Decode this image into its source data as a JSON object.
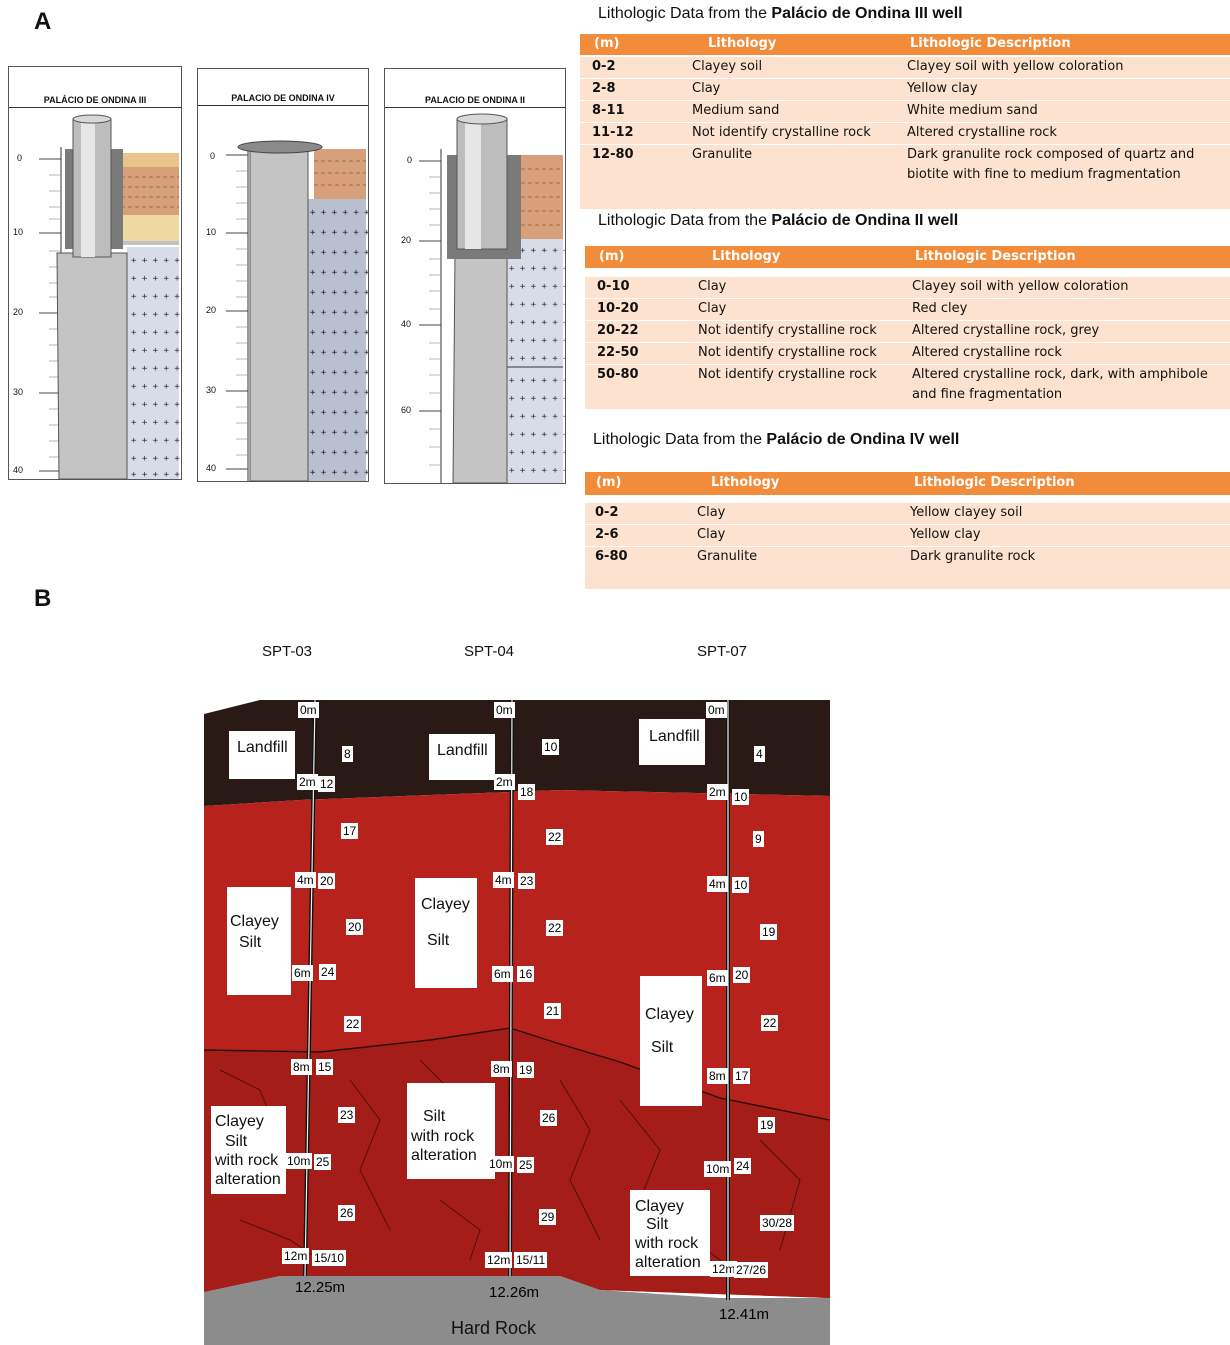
{
  "panel_a": {
    "letter": "A",
    "wells": [
      {
        "title": "PALÁCIO DE ONDINA III",
        "ticks": [
          "0",
          "10",
          "20",
          "30",
          "40"
        ]
      },
      {
        "title": "PALACIO DE ONDINA IV",
        "ticks": [
          "0",
          "10",
          "20",
          "30",
          "40"
        ]
      },
      {
        "title": "PALACIO DE ONDINA II",
        "ticks": [
          "0",
          "20",
          "40",
          "60"
        ]
      }
    ],
    "tables": [
      {
        "title_prefix": "Lithologic Data from the ",
        "title_bold": "Palácio de Ondina III well",
        "headers": [
          "(m)",
          "Lithology",
          "Lithologic Description"
        ],
        "rows": [
          [
            "0-2",
            "Clayey soil",
            "Clayey soil with yellow coloration"
          ],
          [
            "2-8",
            "Clay",
            "Yellow clay"
          ],
          [
            "8-11",
            "Medium sand",
            "White medium sand"
          ],
          [
            "11-12",
            "Not identify crystalline rock",
            "Altered crystalline rock"
          ],
          [
            "12-80",
            "Granulite",
            "Dark granulite rock composed of quartz and biotite with fine to medium fragmentation"
          ]
        ]
      },
      {
        "title_prefix": "Lithologic Data from the ",
        "title_bold": "Palácio de Ondina II well",
        "headers": [
          "(m)",
          "Lithology",
          "Lithologic Description"
        ],
        "rows": [
          [
            "0-10",
            "Clay",
            "Clayey soil with yellow coloration"
          ],
          [
            "10-20",
            "Clay",
            "Red cley"
          ],
          [
            "20-22",
            "Not identify crystalline rock",
            "Altered crystalline rock, grey"
          ],
          [
            "22-50",
            "Not identify crystalline rock",
            "Altered crystalline rock"
          ],
          [
            "50-80",
            "Not identify crystalline rock",
            "Altered crystalline rock, dark, with amphibole and fine fragmentation"
          ]
        ]
      },
      {
        "title_prefix": "Lithologic Data from the ",
        "title_bold": "Palácio de Ondina IV well",
        "headers": [
          "(m)",
          "Lithology",
          "Lithologic Description"
        ],
        "rows": [
          [
            "0-2",
            "Clay",
            "Yellow clayey soil"
          ],
          [
            "2-6",
            "Clay",
            "Yellow clay"
          ],
          [
            "6-80",
            "Granulite",
            "Dark granulite rock"
          ]
        ]
      }
    ]
  },
  "panel_b": {
    "letter": "B",
    "spt_labels": [
      "SPT-03",
      "SPT-04",
      "SPT-07"
    ],
    "layer_boxes": {
      "spt03_landfill": "Landfill",
      "spt04_landfill": "Landfill",
      "spt07_landfill": "Landfill",
      "spt03_clayey_silt_1": "Clayey",
      "spt03_clayey_silt_2": "Silt",
      "spt04_clayey_silt_1": "Clayey",
      "spt04_clayey_silt_2": "Silt",
      "spt07_clayey_silt_1": "Clayey",
      "spt07_clayey_silt_2": "Silt",
      "spt03_alt_1": "Clayey",
      "spt03_alt_2": "Silt",
      "spt03_alt_3": "with rock",
      "spt03_alt_4": "alteration",
      "spt04_alt_1": "Silt",
      "spt04_alt_2": "with rock",
      "spt04_alt_3": "alteration",
      "spt07_alt_1": "Clayey",
      "spt07_alt_2": "Silt",
      "spt07_alt_3": "with rock",
      "spt07_alt_4": "alteration"
    },
    "hard_rock_label": "Hard Rock",
    "final_depths": [
      "12.25m",
      "12.26m",
      "12.41m"
    ],
    "spt03": {
      "depths": [
        "0m",
        "2m",
        "4m",
        "6m",
        "8m",
        "10m",
        "12m"
      ],
      "nspt": [
        "8",
        "12",
        "17",
        "20",
        "20",
        "24",
        "22",
        "15",
        "23",
        "25",
        "26",
        "15/10"
      ]
    },
    "spt04": {
      "depths": [
        "0m",
        "2m",
        "4m",
        "6m",
        "8m",
        "10m",
        "12m"
      ],
      "nspt": [
        "10",
        "18",
        "22",
        "23",
        "22",
        "16",
        "21",
        "19",
        "26",
        "25",
        "29",
        "15/11"
      ]
    },
    "spt07": {
      "depths": [
        "0m",
        "2m",
        "4m",
        "6m",
        "8m",
        "10m",
        "12m"
      ],
      "nspt": [
        "4",
        "10",
        "9",
        "10",
        "19",
        "20",
        "22",
        "17",
        "19",
        "24",
        "30/28",
        "27/26"
      ]
    },
    "colors": {
      "landfill": "#2a1a16",
      "clayey_silt": "#b8221c",
      "hard_rock": "#8c8c8c"
    }
  }
}
